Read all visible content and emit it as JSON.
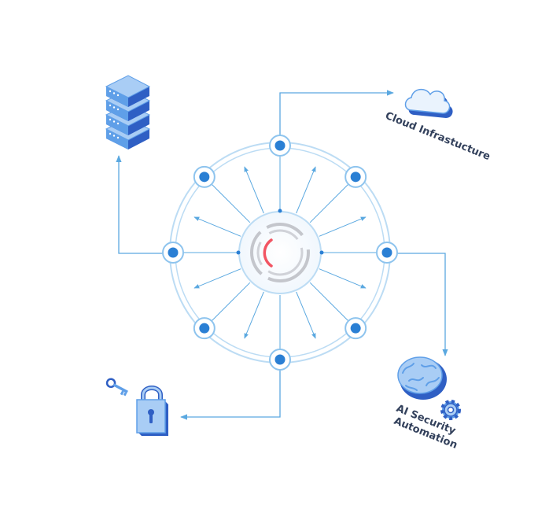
{
  "labels": {
    "cloud": "Cloud Infrastucture",
    "ai_line1": "AI Security",
    "ai_line2": "Automation"
  },
  "icons": {
    "server": "server-stack-icon",
    "cloud": "cloud-icon",
    "brain": "brain-icon",
    "gear": "gear-icon",
    "lock": "padlock-icon",
    "key": "key-icon",
    "hub": "central-hub-icon"
  },
  "colors": {
    "line": "#5aa8e0",
    "ring": "#bcdcf4",
    "node": "#2a7fd4",
    "node_ring": "#8ec4ee",
    "hub_arc_grey": "#c4c6cc",
    "hub_arc_red": "#f25563",
    "icon_light": "#a9cdf5",
    "icon_mid": "#5f9fe8",
    "icon_dark": "#2f5fc4"
  }
}
